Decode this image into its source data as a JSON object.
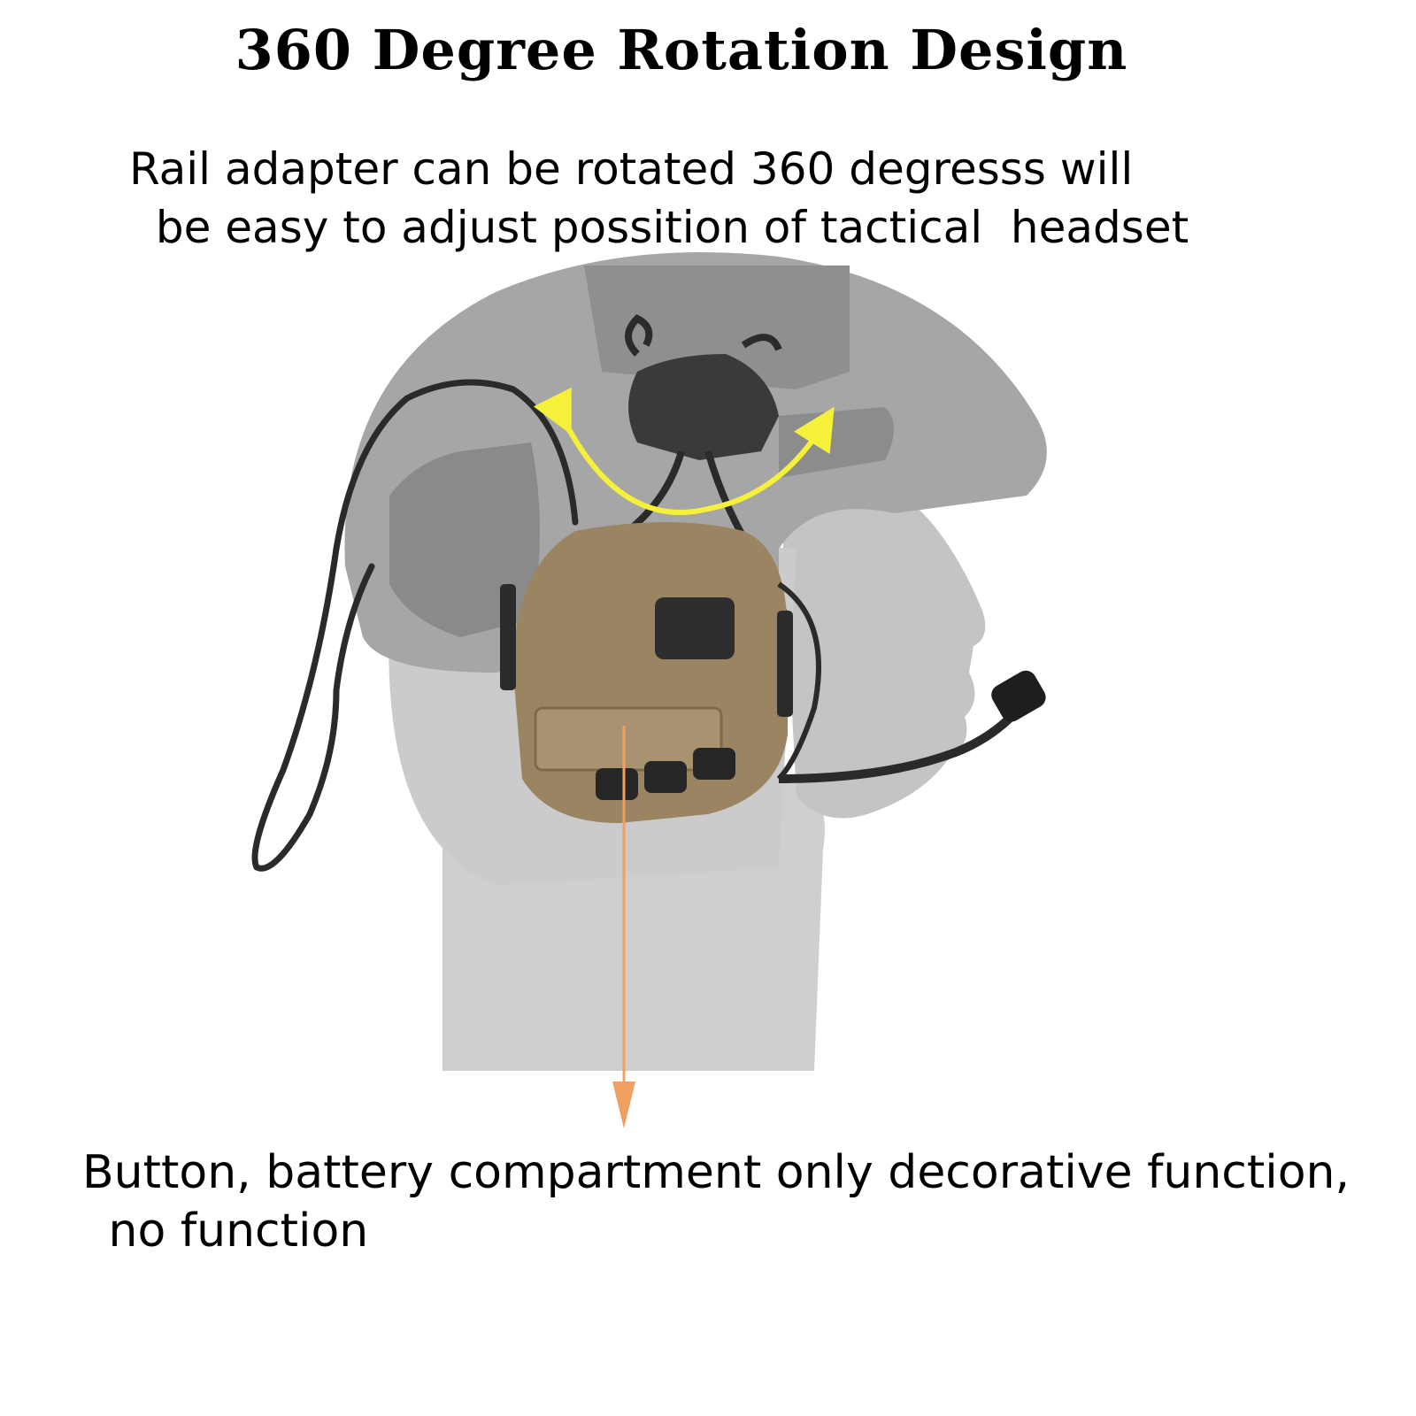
{
  "title": "360 Degree Rotation Design",
  "top_text": {
    "line1": "Rail adapter can be rotated 360 degresss will",
    "line2": " be easy to adjust possition of tactical  headset"
  },
  "bottom_text": {
    "line1": "Button, battery compartment only decorative function,",
    "line2": " no function"
  },
  "colors": {
    "rotation_arrow": "#f5f03a",
    "pointer_arrow": "#f0a060",
    "earmuff": "#9a8462",
    "mannequin": "#c9c9c9",
    "helmet": "#9e9e9e"
  }
}
